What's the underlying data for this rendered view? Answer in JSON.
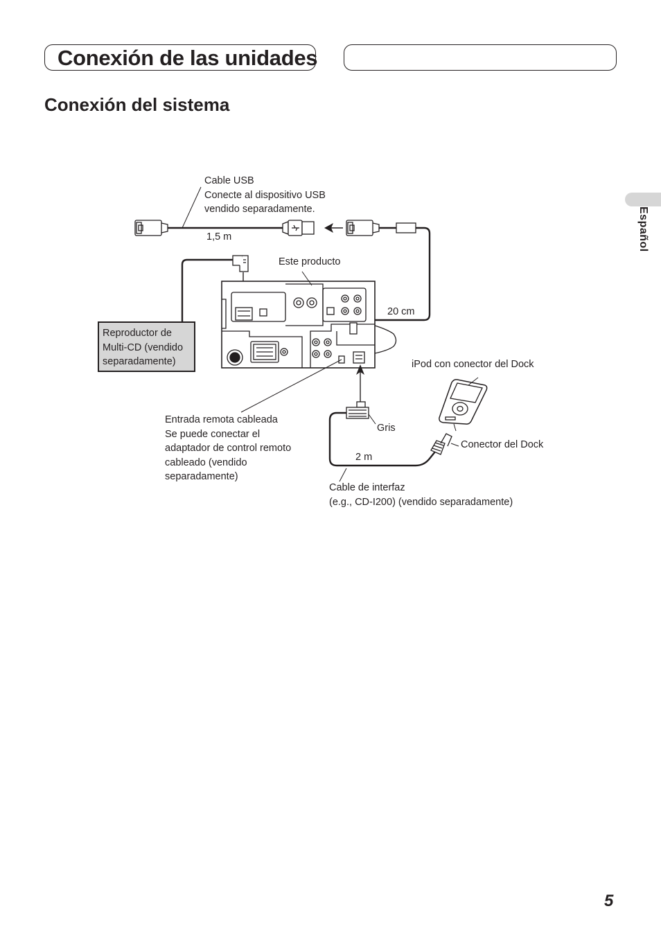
{
  "header": {
    "chapter_title": "Conexión de las unidades"
  },
  "section": {
    "title": "Conexión del sistema"
  },
  "side_tab": {
    "language": "Español"
  },
  "diagram": {
    "usb_cable": {
      "title": "Cable USB",
      "line1": "Conecte al dispositivo USB",
      "line2": "vendido separadamente.",
      "length": "1,5 m"
    },
    "product_label": "Este producto",
    "short_cable_length": "20 cm",
    "cd_player": {
      "line1": "Reproductor de",
      "line2": "Multi-CD (vendido",
      "line3": "separadamente)"
    },
    "ipod_label": "iPod con conector del Dock",
    "remote_input": {
      "line1": "Entrada remota cableada",
      "line2": "Se puede conectar el",
      "line3": "adaptador de control remoto",
      "line4": "cableado (vendido",
      "line5": "separadamente)"
    },
    "gray_label": "Gris",
    "dock_connector_label": "Conector del Dock",
    "interface_cable_length": "2 m",
    "interface_cable": {
      "line1": "Cable de interfaz",
      "line2": "(e.g., CD-I200)  (vendido separadamente)"
    }
  },
  "page": {
    "number": "5"
  }
}
